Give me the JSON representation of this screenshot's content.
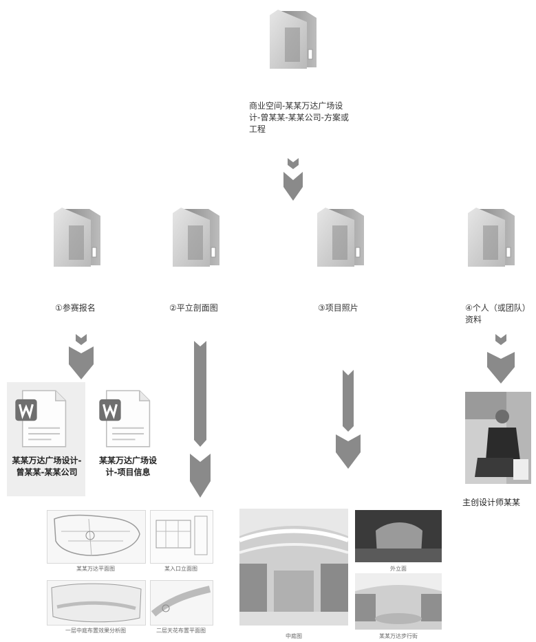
{
  "root": {
    "label": "商业空间-某某万达广场设计-曾某某-某某公司-方案或工程"
  },
  "folders": [
    {
      "label": "①参赛报名"
    },
    {
      "label": "②平立剖面图"
    },
    {
      "label": "③项目照片"
    },
    {
      "label": "④个人（或团队）资料"
    }
  ],
  "documents": [
    {
      "name": "某某万达广场设计-曾某某-某某公司",
      "icon": "word-doc-icon"
    },
    {
      "name": "某某万达广场设计-项目信息",
      "icon": "word-doc-icon"
    }
  ],
  "drawings": [
    {
      "caption": "某某万达平面图"
    },
    {
      "caption": "某入口立面图"
    },
    {
      "caption": "一层中庭布置效果分析图"
    },
    {
      "caption": "二层天花布置平面图"
    }
  ],
  "photos": [
    {
      "caption": "中庭图"
    },
    {
      "caption": "外立面"
    },
    {
      "caption": "某某万达步行街"
    }
  ],
  "designer": {
    "caption": "主创设计师某某"
  },
  "colors": {
    "arrow": "#8a8a8a",
    "folder_front": "#c9c9c9",
    "folder_back": "#9b9b9b",
    "word_icon": "#6f6f6f"
  }
}
